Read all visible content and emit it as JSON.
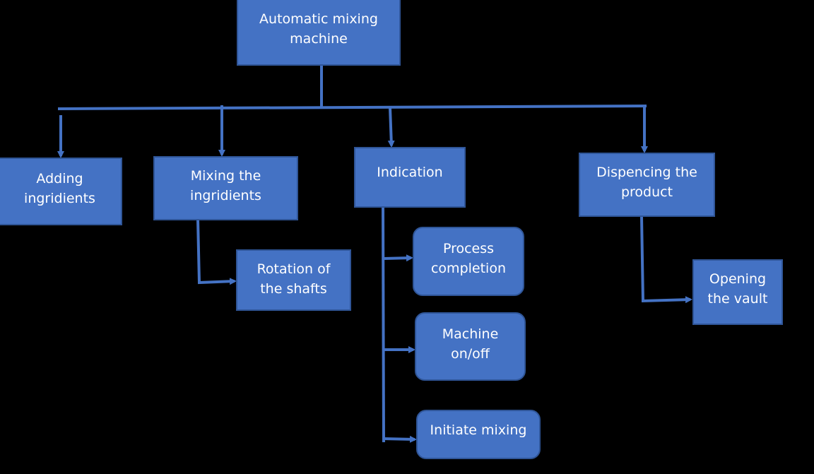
{
  "colors": {
    "background": "#000000",
    "node_fill": "#4472C4",
    "node_border": "#2F5597",
    "connector": "#4472C4",
    "text": "#FFFFFF"
  },
  "nodes": {
    "root": {
      "line1": "Automatic mixing",
      "line2": "machine"
    },
    "adding": {
      "line1": "Adding",
      "line2": "ingridients"
    },
    "mixing": {
      "line1": "Mixing the",
      "line2": "ingridients"
    },
    "indication": {
      "line1": "Indication"
    },
    "dispensing": {
      "line1": "Dispencing the",
      "line2": "product"
    },
    "rotation": {
      "line1": "Rotation of",
      "line2": "the shafts"
    },
    "process_completion": {
      "line1": "Process",
      "line2": "completion"
    },
    "machine_onoff": {
      "line1": "Machine",
      "line2": "on/off"
    },
    "initiate_mixing": {
      "line1": "Initiate mixing"
    },
    "opening_vault": {
      "line1": "Opening",
      "line2": "the vault"
    }
  },
  "edges": [
    {
      "from": "root",
      "to": "adding"
    },
    {
      "from": "root",
      "to": "mixing"
    },
    {
      "from": "root",
      "to": "indication"
    },
    {
      "from": "root",
      "to": "dispensing"
    },
    {
      "from": "mixing",
      "to": "rotation"
    },
    {
      "from": "indication",
      "to": "process_completion"
    },
    {
      "from": "indication",
      "to": "machine_onoff"
    },
    {
      "from": "indication",
      "to": "initiate_mixing"
    },
    {
      "from": "dispensing",
      "to": "opening_vault"
    }
  ]
}
